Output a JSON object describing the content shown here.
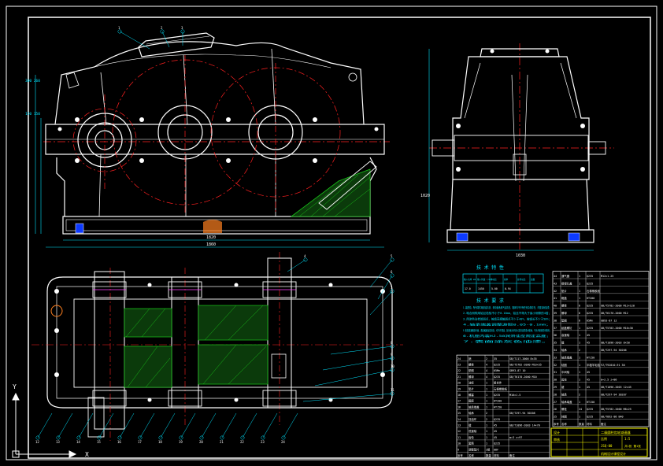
{
  "drawing": {
    "background": "#000000",
    "colors": {
      "outline": "#ffffff",
      "center": "#ff2020",
      "dimension": "#00e5ff",
      "hatch": "#18c018",
      "text": "#ffffff",
      "title_block": "#ffff00",
      "section": "#ff40ff"
    }
  },
  "ucs": {
    "x_label": "X",
    "y_label": "Y"
  },
  "front_view": {
    "dim_bottom": "1820",
    "dim_overall": "1860",
    "dim_left_top": "300 260",
    "dim_left_mid": "150 150"
  },
  "side_view": {
    "dim_height": "1020",
    "dim_width": "1030"
  },
  "tech_table": {
    "title": "技 术 特 性",
    "headers": [
      "输入功率 kW",
      "输入转速 r/min",
      "传动比",
      "效率",
      "总传动比",
      "齿数"
    ],
    "row": [
      "17.0",
      "1450",
      "5.00",
      "0.94",
      "",
      ""
    ]
  },
  "tech_requirements": {
    "title": "技 术 要 求",
    "lines": [
      "1.装配前，所有零件用煤油清洗，滚动轴承用汽油清洗，箱体内不许有任何杂物存在，内壁涂耐油漆；",
      "2.啮合侧隙用铅丝检验不小于0.16mm，铅丝不得大于最小侧隙的4倍；",
      "3.用涂色法检验斑点，按齿高接触斑点不少于40%，按齿长不少于50%；",
      "4.轴承端盖调整游隙0.05-0.1mm；",
      "5.检查减速器剖分面，各接触面及密封处，均不许漏油，剖分面允许涂以密封油漆或水玻璃，不允许使用任何填料；",
      "6.机座内装HJ-50润滑油至规定高度；",
      "7.表面涂灰色油漆。"
    ]
  },
  "parts_list": {
    "left_rows": [
      [
        "24",
        "销",
        "2",
        "35",
        "GB/T117-2000 8×35"
      ],
      [
        "23",
        "螺栓",
        "4",
        "Q235",
        "GB/T5782-2000 M10×35"
      ],
      [
        "22",
        "垫圈",
        "4",
        "65Mn",
        "GB93-87 10"
      ],
      [
        "21",
        "螺母",
        "4",
        "Q235",
        "GB/T6170-2000 M10"
      ],
      [
        "20",
        "油标",
        "1",
        "组合件",
        ""
      ],
      [
        "19",
        "垫片",
        "1",
        "石棉橡胶纸",
        ""
      ],
      [
        "18",
        "螺塞",
        "1",
        "Q235",
        "M16×1.5"
      ],
      [
        "17",
        "箱座",
        "1",
        "HT200",
        ""
      ],
      [
        "16",
        "轴承端盖",
        "1",
        "HT150",
        ""
      ],
      [
        "15",
        "轴承",
        "2",
        "",
        "GB/T297-94 30208"
      ],
      [
        "14",
        "挡油环",
        "2",
        "Q235",
        ""
      ],
      [
        "13",
        "键",
        "1",
        "45",
        "GB/T1096-2003 14×70"
      ],
      [
        "12",
        "低速轴",
        "1",
        "45",
        ""
      ],
      [
        "11",
        "齿轮",
        "1",
        "45",
        "m=3 z=97"
      ],
      [
        "10",
        "套筒",
        "1",
        "Q235",
        ""
      ],
      [
        "9",
        "调整垫片",
        "2组",
        "08F",
        ""
      ]
    ],
    "right_rows": [
      [
        "44",
        "通气器",
        "1",
        "Q235",
        "M12×1.25"
      ],
      [
        "43",
        "窥视孔盖",
        "1",
        "Q235",
        ""
      ],
      [
        "42",
        "垫片",
        "1",
        "石棉橡胶纸",
        ""
      ],
      [
        "41",
        "箱盖",
        "1",
        "HT200",
        ""
      ],
      [
        "40",
        "螺栓",
        "6",
        "Q235",
        "GB/T5782-2000 M12×120"
      ],
      [
        "39",
        "螺母",
        "6",
        "Q235",
        "GB/T6170-2000 M12"
      ],
      [
        "38",
        "垫圈",
        "6",
        "65Mn",
        "GB93-87 12"
      ],
      [
        "37",
        "起盖螺钉",
        "1",
        "Q235",
        "GB/T5783-2000 M10×30"
      ],
      [
        "36",
        "高速轴",
        "1",
        "45",
        ""
      ],
      [
        "35",
        "键",
        "1",
        "45",
        "GB/T1096-2003 8×50"
      ],
      [
        "34",
        "轴承",
        "2",
        "",
        "GB/T297-94 30206"
      ],
      [
        "33",
        "轴承端盖",
        "1",
        "HT150",
        ""
      ],
      [
        "32",
        "毡圈",
        "1",
        "半粗羊毛毡",
        "FZ/T92010-91 30"
      ],
      [
        "31",
        "中间轴",
        "1",
        "45",
        ""
      ],
      [
        "30",
        "齿轮",
        "1",
        "45",
        "m=2.5 z=86"
      ],
      [
        "29",
        "键",
        "1",
        "45",
        "GB/T1096-2003 12×45"
      ],
      [
        "28",
        "轴承",
        "2",
        "",
        "GB/T297-94 30207"
      ],
      [
        "27",
        "轴承端盖",
        "1",
        "HT150",
        ""
      ],
      [
        "26",
        "螺栓",
        "24",
        "Q235",
        "GB/T5782-2000 M8×25"
      ],
      [
        "25",
        "挡圈",
        "1",
        "Q235",
        "GB/T892-86 B40"
      ]
    ],
    "header": [
      "序号",
      "名称",
      "数量",
      "材料",
      "备注"
    ]
  },
  "title_block": {
    "name": "二级圆柱齿轮减速器",
    "scale_label": "比例",
    "scale": "1:5",
    "drawing_no": "JSQ-00",
    "sheet_label": "共1张 第1张",
    "designer_label": "设计",
    "checker_label": "审核",
    "school": "机械设计课程设计"
  },
  "balloons_top": [
    "1",
    "2",
    "3",
    "4",
    "5",
    "6",
    "7",
    "8",
    "9",
    "10",
    "11"
  ],
  "balloons_bottom": [
    "12",
    "13",
    "14",
    "15",
    "16",
    "17",
    "18",
    "19",
    "20",
    "21",
    "22",
    "23",
    "24"
  ]
}
